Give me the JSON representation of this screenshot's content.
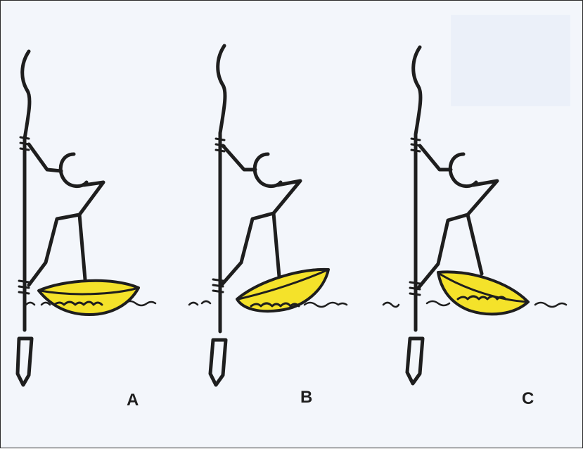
{
  "figure": {
    "colors": {
      "ink": "#1e1e1e",
      "boat": "#f4e22a",
      "background": "#f3f6fb"
    },
    "panels": [
      {
        "id": "A",
        "label": "A"
      },
      {
        "id": "B",
        "label": "B"
      },
      {
        "id": "C",
        "label": "C"
      }
    ]
  }
}
